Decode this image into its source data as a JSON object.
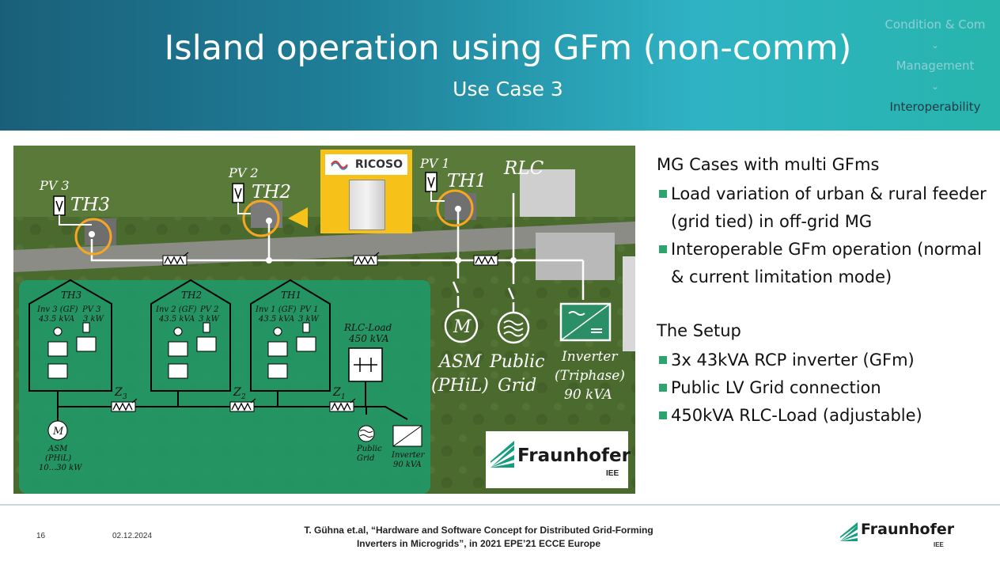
{
  "header": {
    "title": "Island operation using GFm (non-comm)",
    "subtitle": "Use Case 3",
    "nav": [
      "Condition & Com",
      "Management",
      "Interoperability"
    ],
    "nav_active": "Interoperability"
  },
  "diagram": {
    "map_labels": {
      "pv3": "PV 3",
      "th3": "TH3",
      "pv2": "PV 2",
      "th2": "TH2",
      "pv1": "PV 1",
      "th1": "TH1",
      "rlc": "RLC",
      "asm_line1": "ASM",
      "asm_line2": "(PHiL)",
      "grid_line1": "Public",
      "grid_line2": "Grid",
      "inv_line1": "Inverter",
      "inv_line2": "(Triphase)",
      "inv_line3": "90 kVA",
      "motor_symbol": "M"
    },
    "ricoso_brand": "RICOSO",
    "schematic": {
      "houses": [
        {
          "name": "TH3",
          "inv": "Inv 3 (GF)",
          "inv_kva": "43.5 kVA",
          "pv": "PV 3",
          "pv_kw": "3 kW"
        },
        {
          "name": "TH2",
          "inv": "Inv 2 (GF)",
          "inv_kva": "43.5 kVA",
          "pv": "PV 2",
          "pv_kw": "3 kW"
        },
        {
          "name": "TH1",
          "inv": "Inv 1 (GF)",
          "inv_kva": "43.5 kVA",
          "pv": "PV 1",
          "pv_kw": "3 kW"
        }
      ],
      "impedances": {
        "z3": "Z",
        "z3_sub": "3",
        "z2": "Z",
        "z2_sub": "2",
        "z1": "Z",
        "z1_sub": "1"
      },
      "rlc_load": "RLC-Load",
      "rlc_kva": "450 kVA",
      "asm": "ASM",
      "asm_phil": "(PHiL)",
      "asm_kw": "10...30 kW",
      "grid1": "Public",
      "grid2": "Grid",
      "inverter": "Inverter",
      "inverter_kva": "90 kVA",
      "motor_symbol": "M"
    },
    "fraunhofer": {
      "name": "Fraunhofer",
      "unit": "IEE"
    }
  },
  "bullets": {
    "section1": "MG Cases with multi GFms",
    "items1": [
      "Load variation of urban & rural feeder (grid tied) in off-grid MG",
      "Interoperable GFm operation (normal & current limitation mode)"
    ],
    "section2": "The Setup",
    "items2": [
      "3x 43kVA RCP inverter (GFm)",
      "Public LV Grid connection",
      "450kVA RLC-Load (adjustable)"
    ]
  },
  "footer": {
    "page": "16",
    "date": "02.12.2024",
    "citation_line1": "T. Gühna et.al, “Hardware and Software Concept for Distributed Grid-Forming",
    "citation_line2": "Inverters in Microgrids”, in 2021 EPE’21 ECCE Europe",
    "logo_name": "Fraunhofer",
    "logo_unit": "IEE"
  },
  "colors": {
    "header_start": "#1a5f7a",
    "header_end": "#27b5ad",
    "bullet": "#2aa56f",
    "overlay": "#1f9a6a",
    "highlight_ring": "#f6a623",
    "ricoso_bg": "#f6c21a"
  }
}
